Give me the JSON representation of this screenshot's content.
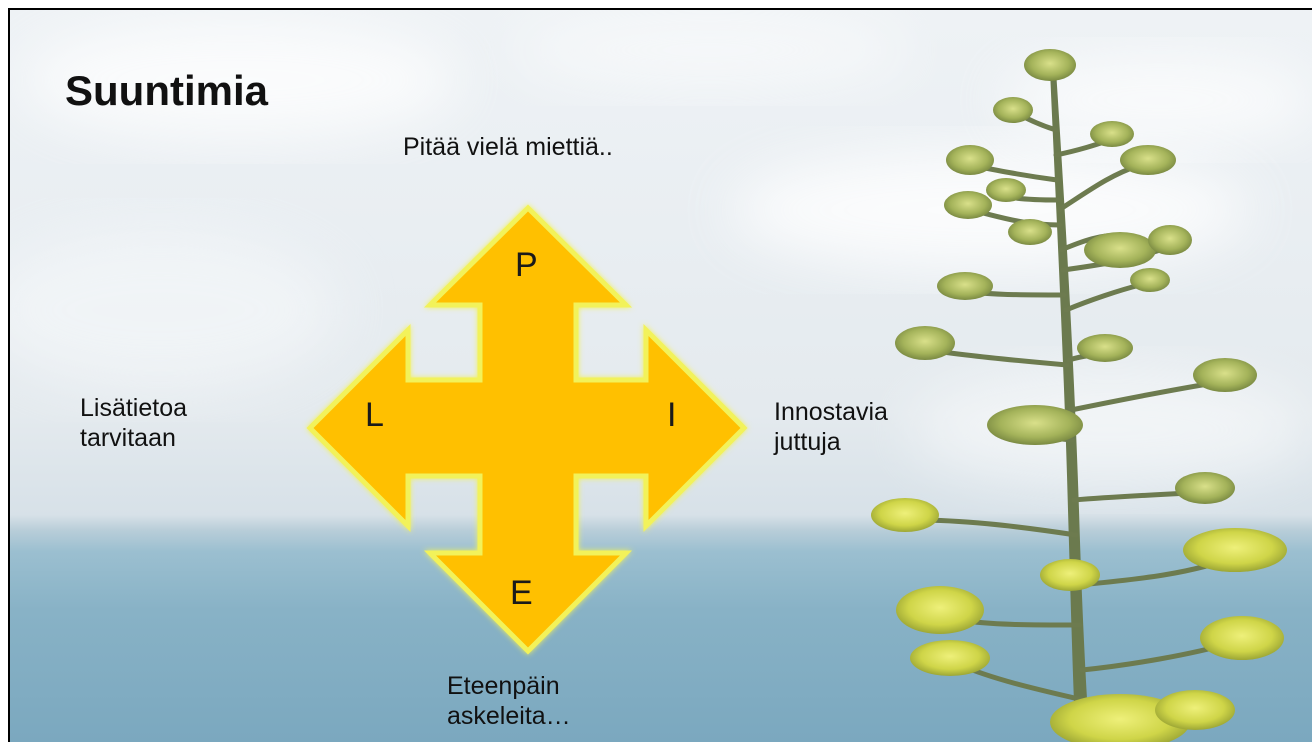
{
  "slide": {
    "title": "Suuntimia",
    "top_label": "Pitää vielä miettiä..",
    "left_label": [
      "Lisätietoa",
      "tarvitaan"
    ],
    "right_label": [
      "Innostavia",
      "juttuja"
    ],
    "bottom_label": [
      "Eteenpäin",
      "askeleita…"
    ]
  },
  "arrow": {
    "letters": {
      "top": "P",
      "left": "L",
      "right": "I",
      "bottom": "E"
    },
    "fill_color": "#FFC000",
    "glow_color": "#F2F25A"
  },
  "icons": {
    "arrow": "four-way-arrow-icon",
    "plant": "agave-plant-image"
  }
}
